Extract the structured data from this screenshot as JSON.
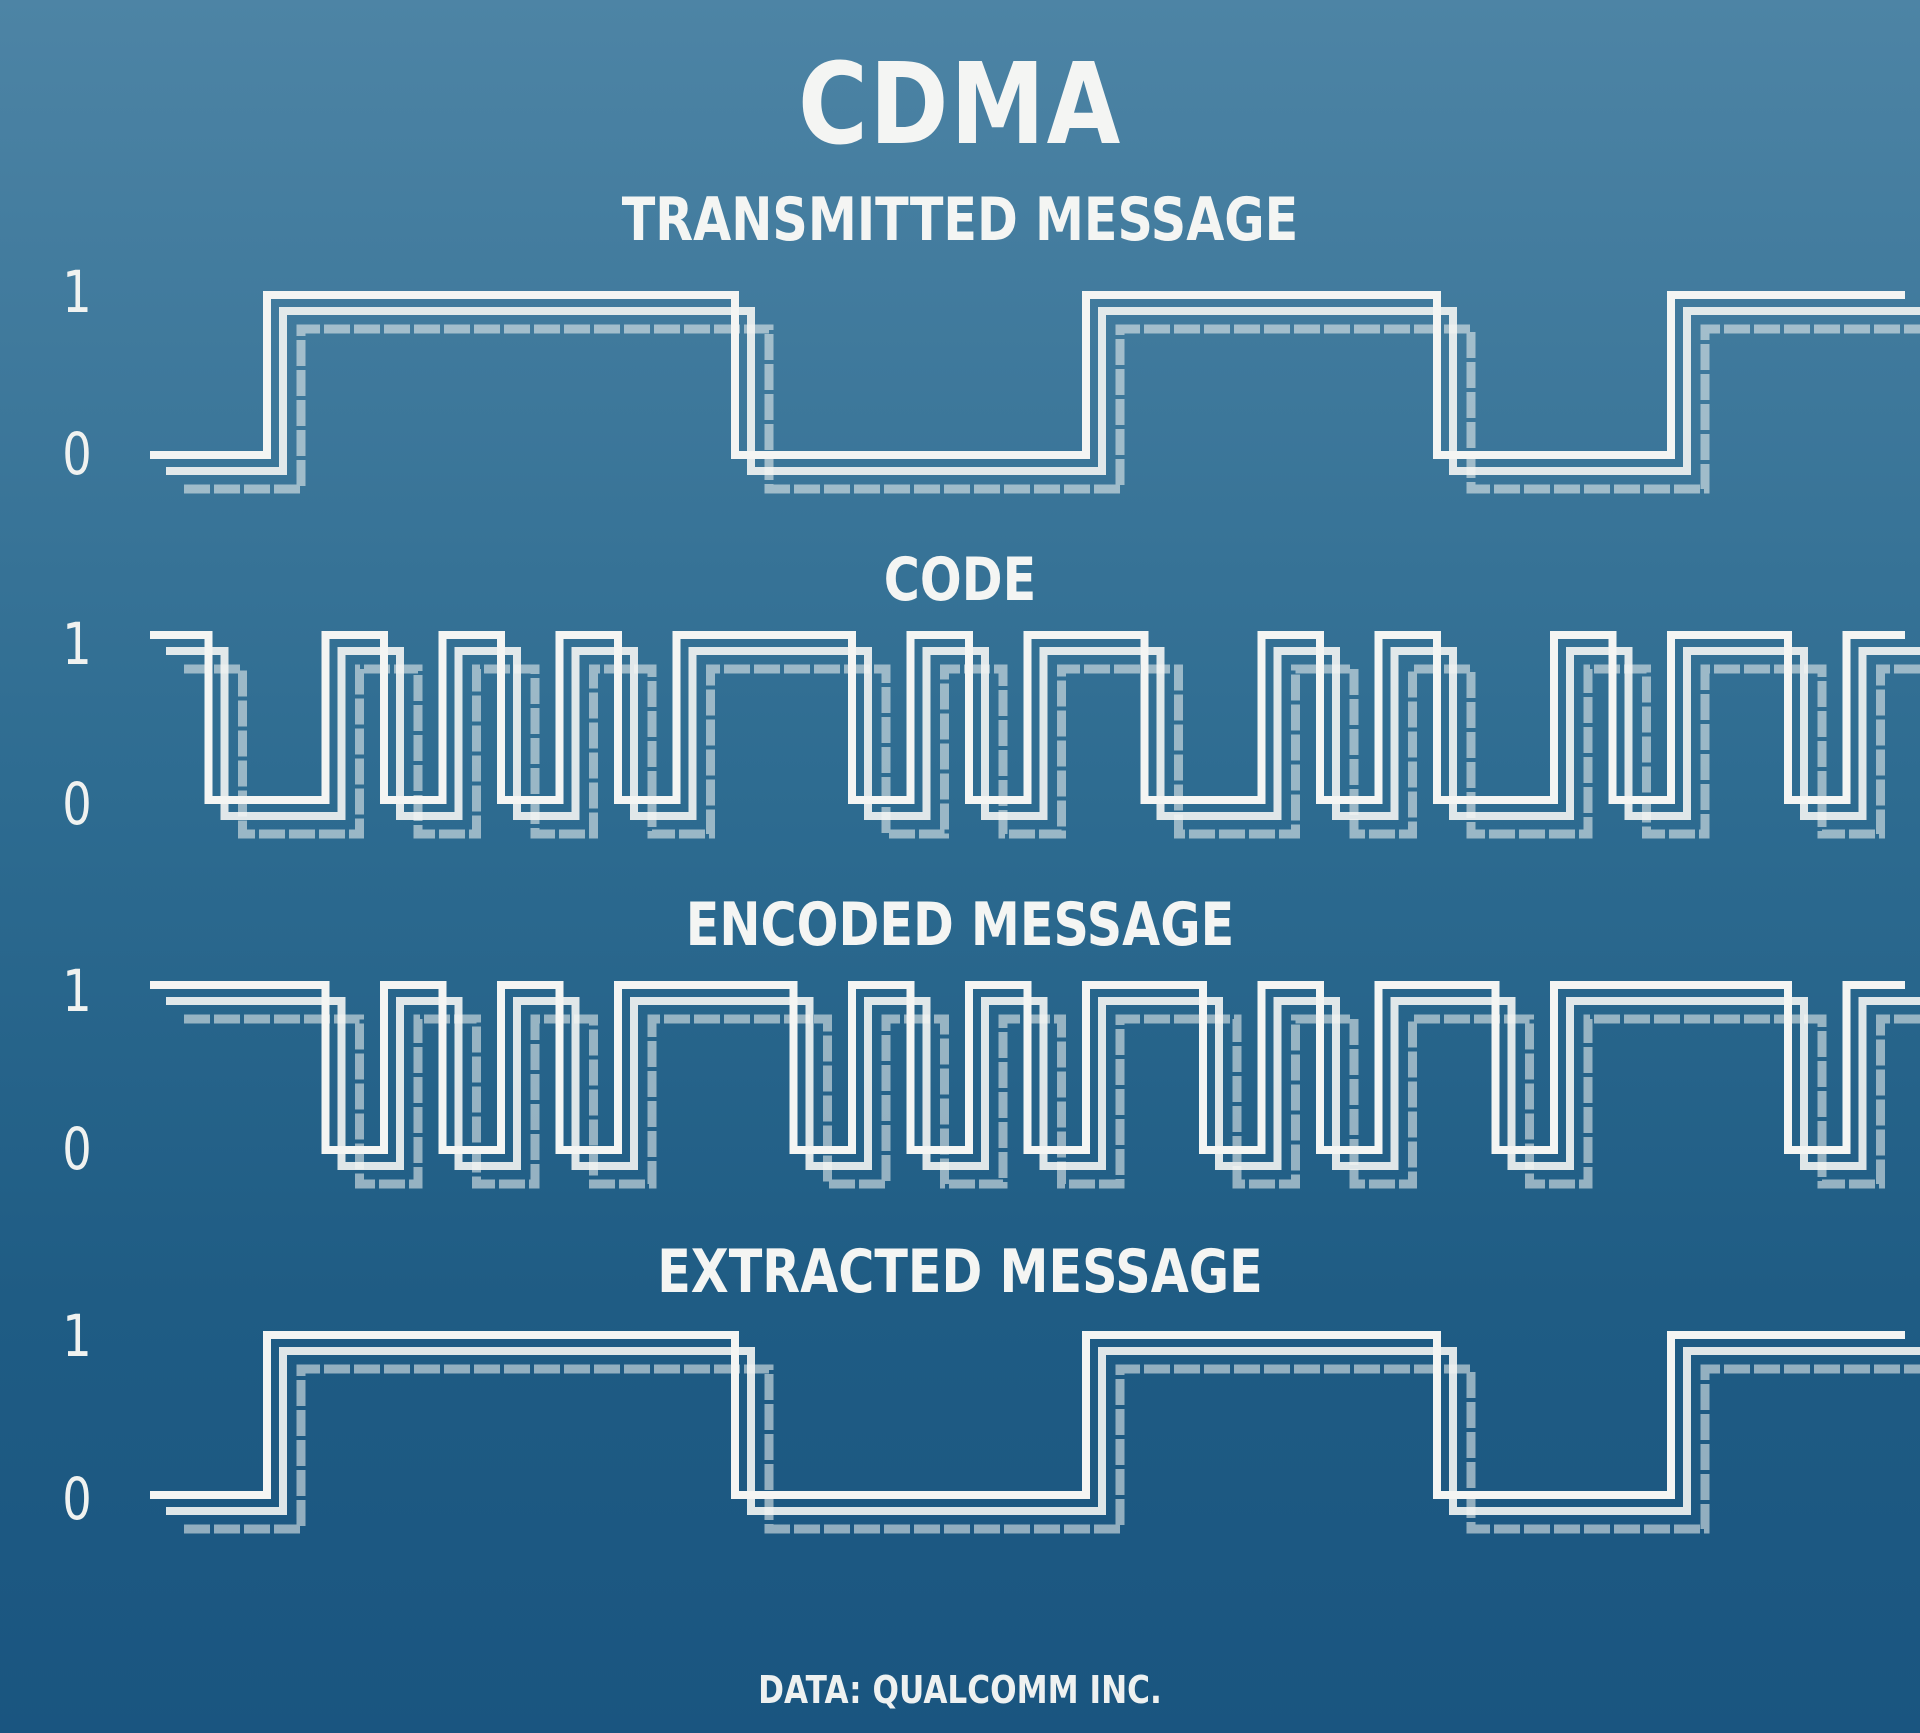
{
  "title": "CDMA",
  "colors": {
    "background_top": "#4d84a5",
    "background_bottom": "#1a5580",
    "line": "#f4f5f3"
  },
  "level_labels": {
    "high": "1",
    "low": "0"
  },
  "signals": [
    {
      "id": "transmitted",
      "label": "TRANSMITTED MESSAGE",
      "bits": [
        0,
        1,
        1,
        1,
        1,
        0,
        0,
        0,
        1,
        1,
        1,
        0,
        0,
        1,
        1
      ]
    },
    {
      "id": "code",
      "label": "CODE",
      "bits": [
        1,
        0,
        0,
        1,
        0,
        1,
        0,
        1,
        0,
        1,
        1,
        1,
        0,
        1,
        0,
        1,
        1,
        0,
        0,
        1,
        0,
        1,
        0,
        0,
        1,
        0,
        1,
        1,
        0,
        1
      ]
    },
    {
      "id": "encoded",
      "label": "ENCODED MESSAGE",
      "bits": [
        1,
        1,
        1,
        0,
        1,
        0,
        1,
        0,
        1,
        1,
        1,
        0,
        1,
        0,
        1,
        0,
        1,
        1,
        0,
        1,
        0,
        1,
        1,
        0,
        1,
        1,
        1,
        1,
        0,
        1
      ]
    },
    {
      "id": "extracted",
      "label": "EXTRACTED MESSAGE",
      "bits": [
        0,
        1,
        1,
        1,
        1,
        0,
        0,
        0,
        1,
        1,
        1,
        0,
        0,
        1,
        1
      ]
    }
  ],
  "footer": "DATA: QUALCOMM INC."
}
